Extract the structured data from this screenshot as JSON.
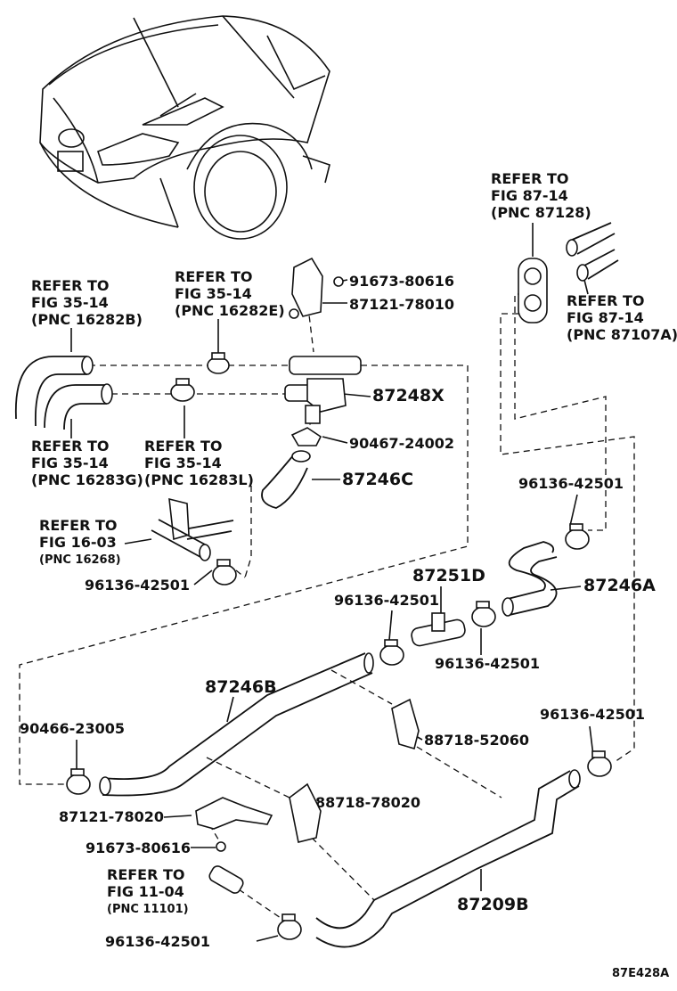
{
  "figure_code": "87E428A",
  "refs": {
    "fig_35_14_16282b": [
      "REFER TO",
      "FIG 35-14",
      "(PNC 16282B)"
    ],
    "fig_35_14_16282e": [
      "REFER TO",
      "FIG 35-14",
      "(PNC 16282E)"
    ],
    "fig_35_14_16283g": [
      "REFER TO",
      "FIG 35-14",
      "(PNC 16283G)"
    ],
    "fig_35_14_16283l": [
      "REFER TO",
      "FIG 35-14",
      "(PNC 16283L)"
    ],
    "fig_16_03_16268": [
      "REFER TO",
      "FIG 16-03",
      "(PNC 16268)"
    ],
    "fig_87_14_87128": [
      "REFER TO",
      "FIG 87-14",
      "(PNC 87128)"
    ],
    "fig_87_14_87107a": [
      "REFER TO",
      "FIG 87-14",
      "(PNC 87107A)"
    ],
    "fig_11_04_11101": [
      "REFER TO",
      "FIG 11-04",
      "(PNC 11101)"
    ]
  },
  "parts": {
    "p_91673_80616_top": "91673-80616",
    "p_87121_78010": "87121-78010",
    "p_87248x": "87248X",
    "p_90467_24002": "90467-24002",
    "p_87246c": "87246C",
    "p_96136_42501_a": "96136-42501",
    "p_96136_42501_b": "96136-42501",
    "p_87251d": "87251D",
    "p_96136_42501_c": "96136-42501",
    "p_96136_42501_d": "96136-42501",
    "p_87246a": "87246A",
    "p_87246b": "87246B",
    "p_90466_23005": "90466-23005",
    "p_88718_52060": "88718-52060",
    "p_96136_42501_e": "96136-42501",
    "p_88718_78020": "88718-78020",
    "p_87121_78020": "87121-78020",
    "p_91673_80616_bot": "91673-80616",
    "p_87209b": "87209B",
    "p_96136_42501_f": "96136-42501"
  }
}
